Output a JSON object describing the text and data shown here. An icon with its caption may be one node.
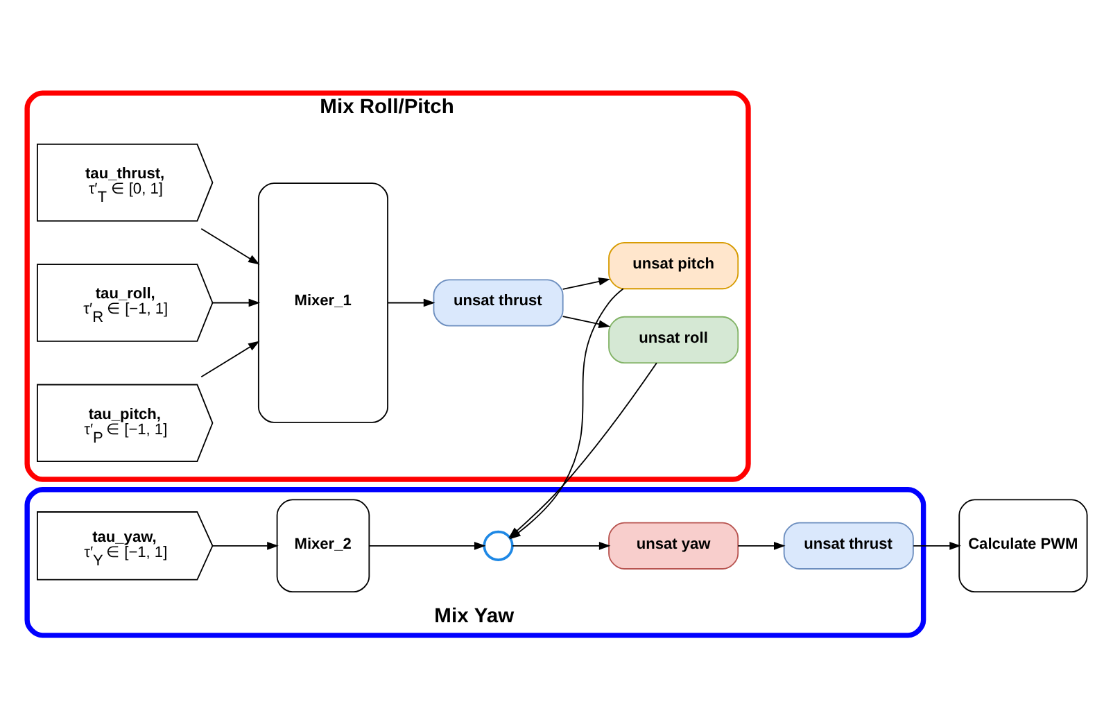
{
  "diagram": {
    "nodes": [
      {
        "text": [
          "Mix Roll/Pitch"
        ]
      },
      {
        "text": [
          "tau_thrust,",
          "τ′$_{T}$ ∈ [0, 1]"
        ],
        "in": 0
      },
      {
        "text": [
          "tau_roll,",
          "τ′$_{R}$ ∈ [−1, 1]"
        ],
        "in": 0
      },
      {
        "text": [
          "tau_pitch,",
          "τ′$_{P}$ ∈ [−1, 1]"
        ],
        "in": 0
      },
      {
        "text": [
          "Mixer_1"
        ],
        "in": 0
      },
      {
        "text": [
          "unsat thrust"
        ],
        "in": 0
      },
      {
        "text": [
          "unsat roll"
        ],
        "in": 0
      },
      {
        "text": [
          "unsat pitch"
        ],
        "in": 0
      },
      {
        "text": [
          "Mix Yaw"
        ]
      },
      {
        "text": [
          "tau_yaw,",
          "τ′$_{Y}$ ∈ [−1, 1]"
        ],
        "in": 8
      },
      {
        "text": [
          "Mixer_2"
        ],
        "in": 8
      },
      {
        "text": [],
        "shape": "circle",
        "in": 8
      },
      {
        "text": [
          "unsat yaw"
        ],
        "in": 8
      },
      {
        "text": [
          "unsat thrust"
        ],
        "in": 8
      },
      {
        "text": [
          "Calculate PWM"
        ]
      }
    ],
    "edges": [
      {
        "from": 1,
        "to": 4,
        "arrow": "to"
      },
      {
        "from": 2,
        "to": 4,
        "arrow": "to"
      },
      {
        "from": 3,
        "to": 4,
        "arrow": "to"
      },
      {
        "from": 4,
        "to": 5,
        "arrow": "to"
      },
      {
        "from": 5,
        "to": 6,
        "arrow": "to"
      },
      {
        "from": 5,
        "to": 7,
        "arrow": "to"
      },
      {
        "from": 6,
        "to": 11,
        "arrow": "to"
      },
      {
        "from": 7,
        "to": 11,
        "arrow": "to"
      },
      {
        "from": 9,
        "to": 10,
        "arrow": "to"
      },
      {
        "from": 10,
        "to": 11,
        "arrow": "to"
      },
      {
        "from": 11,
        "to": 12,
        "arrow": "to"
      },
      {
        "from": 12,
        "to": 13,
        "arrow": "to"
      },
      {
        "from": 13,
        "to": 14,
        "arrow": "to"
      }
    ]
  }
}
